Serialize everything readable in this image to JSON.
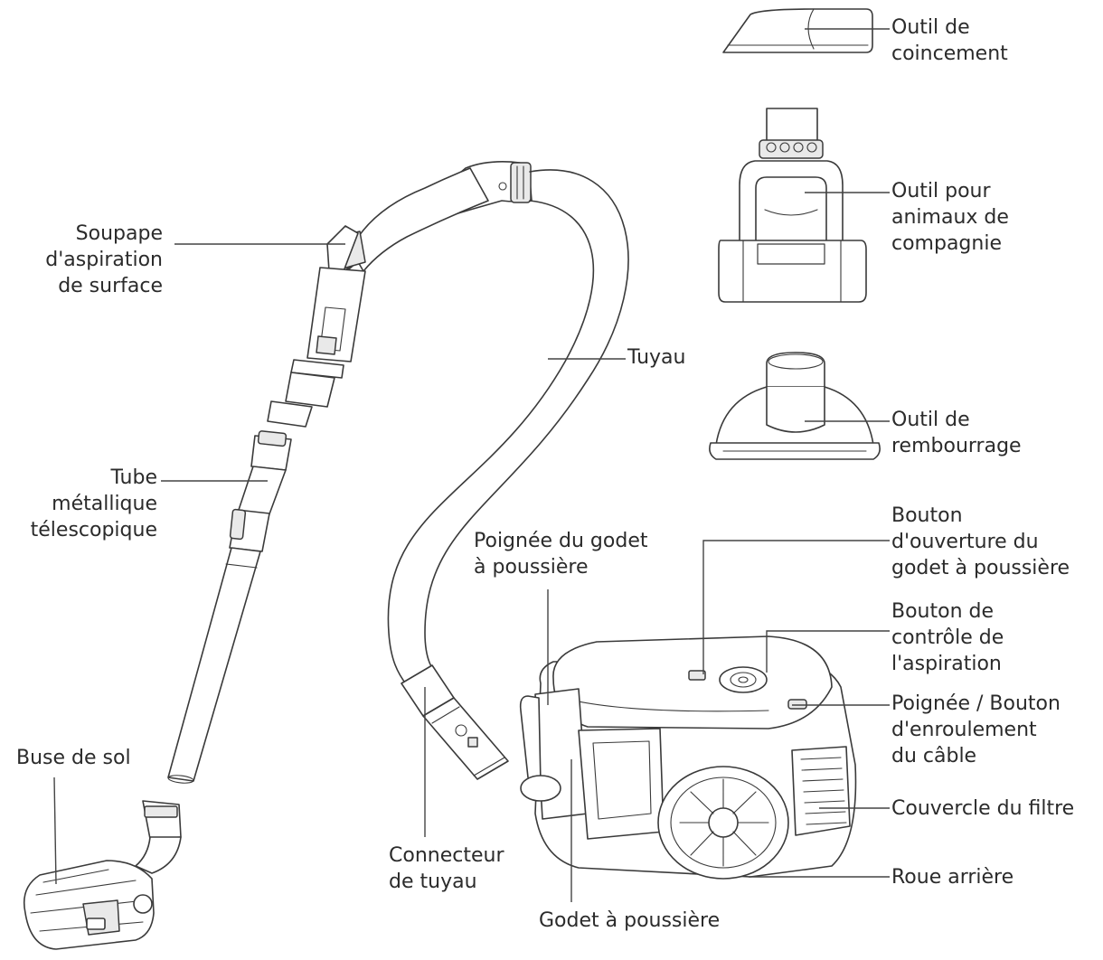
{
  "labels": {
    "crevice": [
      "Outil de",
      "coincement"
    ],
    "pet_tool": [
      "Outil pour",
      "animaux de",
      "compagnie"
    ],
    "upholstery": [
      "Outil de",
      "rembourrage"
    ],
    "valve": [
      "Soupape",
      "d'aspiration",
      "de surface"
    ],
    "hose": [
      "Tuyau"
    ],
    "tube": [
      "Tube",
      "métallique",
      "télescopique"
    ],
    "bin_release": [
      "Bouton",
      "d'ouverture du",
      "godet à poussière"
    ],
    "bin_handle": [
      "Poignée du godet",
      "à poussière"
    ],
    "suction_control": [
      "Bouton de",
      "contrôle de",
      "l'aspiration"
    ],
    "cord_rewind": [
      "Poignée / Bouton",
      "d'enroulement",
      "du câble"
    ],
    "filter_cover": [
      "Couvercle du filtre"
    ],
    "floor_nozzle": [
      "Buse de sol"
    ],
    "hose_connector": [
      "Connecteur",
      "de tuyau"
    ],
    "rear_wheel": [
      "Roue arrière"
    ],
    "dust_bin": [
      "Godet à poussière"
    ]
  }
}
